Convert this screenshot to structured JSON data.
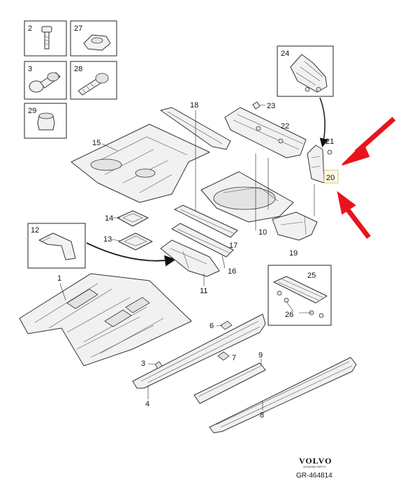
{
  "labels": {
    "l1": "1",
    "l2": "2",
    "l3a": "3",
    "l3b": "3",
    "l4": "4",
    "l6": "6",
    "l7": "7",
    "l8": "8",
    "l9": "9",
    "l10": "10",
    "l11": "11",
    "l12": "12",
    "l13": "13",
    "l14": "14",
    "l15": "15",
    "l16": "16",
    "l17": "17",
    "l18": "18",
    "l19": "19",
    "l20": "20",
    "l21": "21",
    "l22": "22",
    "l23": "23",
    "l24": "24",
    "l25": "25",
    "l26": "26",
    "l27": "27",
    "l28": "28",
    "l29": "29"
  },
  "footer": {
    "brand": "VOLVO",
    "brand_sub": "GENUINE PARTS",
    "ref": "GR-464814"
  },
  "colors": {
    "arrow": "#e8141c",
    "highlight_box": "#fffbe6"
  }
}
